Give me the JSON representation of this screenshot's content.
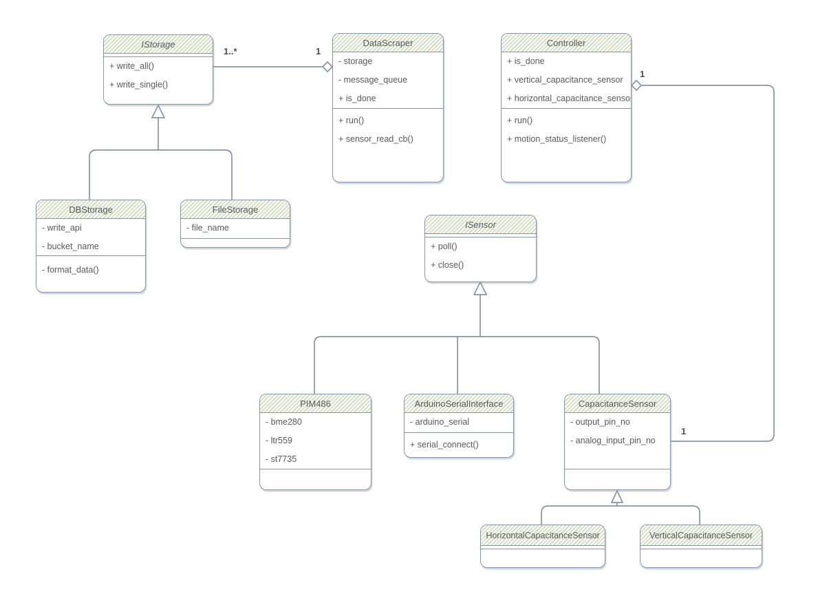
{
  "palette": {
    "stroke": "#8595a8",
    "header_hatch": "#ccd8ba",
    "text": "#595959",
    "multiplicity_label": "#4d4d4d",
    "background": "#ffffff"
  },
  "classes": [
    {
      "name": "IStorage",
      "abstract": true,
      "attributes": [],
      "methods": [
        "+ write_all()",
        "+ write_single()"
      ]
    },
    {
      "name": "DataScraper",
      "abstract": false,
      "attributes": [
        "- storage",
        "- message_queue",
        "+ is_done"
      ],
      "methods": [
        "+ run()",
        "+ sensor_read_cb()"
      ]
    },
    {
      "name": "Controller",
      "abstract": false,
      "attributes": [
        "+ is_done",
        "+ vertical_capacitance_sensor",
        "+ horizontal_capacitance_sensor"
      ],
      "methods": [
        "+ run()",
        "+ motion_status_listener()"
      ]
    },
    {
      "name": "DBStorage",
      "abstract": false,
      "attributes": [
        "- write_api",
        "- bucket_name"
      ],
      "methods": [
        "- format_data()"
      ]
    },
    {
      "name": "FileStorage",
      "abstract": false,
      "attributes": [
        "- file_name"
      ],
      "methods": []
    },
    {
      "name": "ISensor",
      "abstract": true,
      "attributes": [],
      "methods": [
        "+ poll()",
        "+ close()"
      ]
    },
    {
      "name": "PIM486",
      "abstract": false,
      "attributes": [
        "- bme280",
        "- ltr559",
        "- st7735"
      ],
      "methods": []
    },
    {
      "name": "ArduinoSerialInterface",
      "abstract": false,
      "attributes": [
        "- arduino_serial"
      ],
      "methods": [
        "+ serial_connect()"
      ]
    },
    {
      "name": "CapacitanceSensor",
      "abstract": false,
      "attributes": [
        "- output_pin_no",
        "- analog_input_pin_no"
      ],
      "methods": []
    },
    {
      "name": "HorizontalCapacitanceSensor",
      "abstract": false,
      "attributes": [],
      "methods": []
    },
    {
      "name": "VerticalCapacitanceSensor",
      "abstract": false,
      "attributes": [],
      "methods": []
    }
  ],
  "relationships": [
    {
      "type": "aggregation",
      "whole": "DataScraper",
      "part": "IStorage",
      "part_multiplicity": "1..*",
      "whole_multiplicity": "1"
    },
    {
      "type": "generalization",
      "child": "DBStorage",
      "parent": "IStorage"
    },
    {
      "type": "generalization",
      "child": "FileStorage",
      "parent": "IStorage"
    },
    {
      "type": "aggregation",
      "whole": "Controller",
      "part": "CapacitanceSensor",
      "whole_multiplicity": "1",
      "part_multiplicity": "1"
    },
    {
      "type": "generalization",
      "child": "PIM486",
      "parent": "ISensor"
    },
    {
      "type": "generalization",
      "child": "ArduinoSerialInterface",
      "parent": "ISensor"
    },
    {
      "type": "generalization",
      "child": "CapacitanceSensor",
      "parent": "ISensor"
    },
    {
      "type": "generalization",
      "child": "HorizontalCapacitanceSensor",
      "parent": "CapacitanceSensor"
    },
    {
      "type": "generalization",
      "child": "VerticalCapacitanceSensor",
      "parent": "CapacitanceSensor"
    }
  ]
}
